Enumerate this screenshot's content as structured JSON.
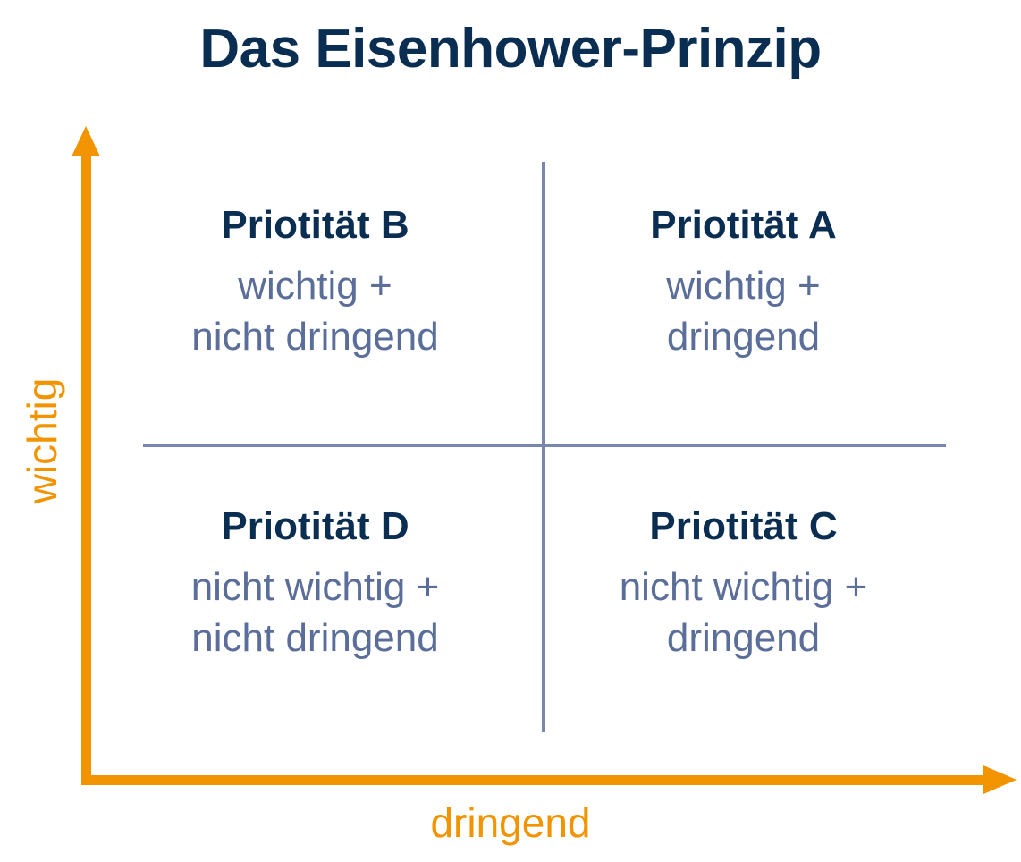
{
  "title": "Das Eisenhower-Prinzip",
  "colors": {
    "title_navy": "#0a2d52",
    "axis_orange": "#f29400",
    "divider_blue": "#7987b0",
    "description_slate": "#5a6e99",
    "background": "#ffffff"
  },
  "axes": {
    "y_label": "wichtig",
    "x_label": "dringend"
  },
  "chart_data": {
    "type": "table",
    "title": "Das Eisenhower-Prinzip",
    "xlabel": "dringend",
    "ylabel": "wichtig",
    "grid": true,
    "legend": "none",
    "quadrants": [
      {
        "position": "top-left",
        "label": "Priotität B",
        "criteria": [
          "wichtig +",
          "nicht dringend"
        ],
        "importance": "wichtig",
        "urgency": "nicht dringend"
      },
      {
        "position": "top-right",
        "label": "Priotität A",
        "criteria": [
          "wichtig +",
          "dringend"
        ],
        "importance": "wichtig",
        "urgency": "dringend"
      },
      {
        "position": "bottom-left",
        "label": "Priotität D",
        "criteria": [
          "nicht wichtig +",
          "nicht dringend"
        ],
        "importance": "nicht wichtig",
        "urgency": "nicht dringend"
      },
      {
        "position": "bottom-right",
        "label": "Priotität C",
        "criteria": [
          "nicht wichtig +",
          "dringend"
        ],
        "importance": "nicht wichtig",
        "urgency": "dringend"
      }
    ]
  }
}
